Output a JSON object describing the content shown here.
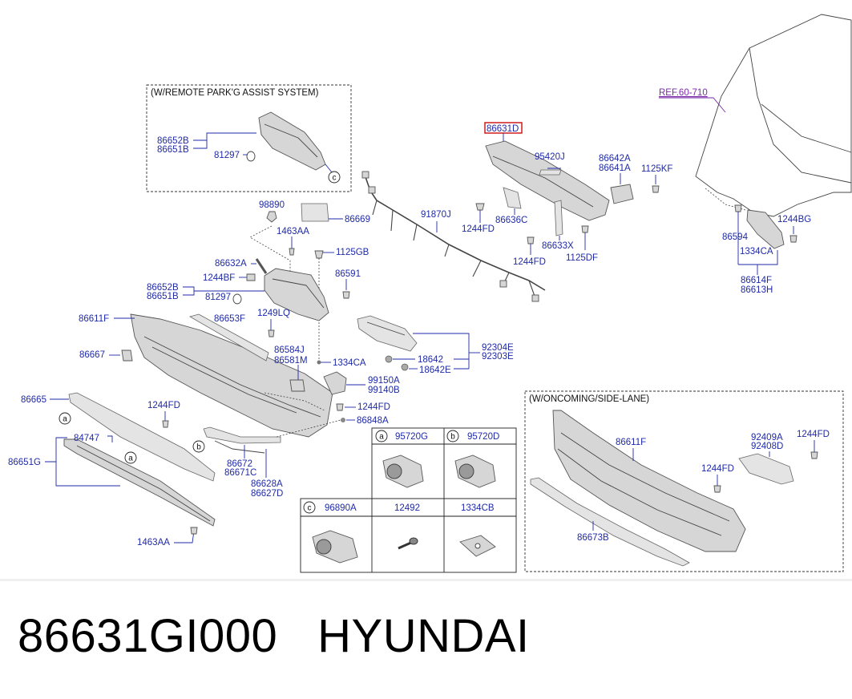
{
  "footer": {
    "part_number": "86631GI000",
    "brand": "HYUNDAI"
  },
  "boxes": {
    "remote_park": "(W/REMOTE PARK'G ASSIST SYSTEM)",
    "oncoming": "(W/ONCOMING/SIDE-LANE)"
  },
  "ref": "REF.60-710",
  "highlight": "86631D",
  "labels": {
    "l86652B_a": "86652B",
    "l86651B_a": "86651B",
    "l81297_a": "81297",
    "l98890": "98890",
    "l86669": "86669",
    "l1463AA_a": "1463AA",
    "l1125GB": "1125GB",
    "l86632A": "86632A",
    "l1244BF": "1244BF",
    "l86591": "86591",
    "l86652B_b": "86652B",
    "l86651B_b": "86651B",
    "l81297_b": "81297",
    "l86611F_a": "86611F",
    "l86653F": "86653F",
    "l1249LQ": "1249LQ",
    "l86667": "86667",
    "l86584J": "86584J",
    "l86581M": "86581M",
    "l1334CA_a": "1334CA",
    "l86665": "86665",
    "l1244FD_a": "1244FD",
    "l84747": "84747",
    "l86651G": "86651G",
    "l86672": "86672",
    "l86671C": "86671C",
    "l86628A": "86628A",
    "l86627D": "86627D",
    "l1463AA_b": "1463AA",
    "l99150A": "99150A",
    "l99140B": "99140B",
    "l1244FD_b": "1244FD",
    "l86848A": "86848A",
    "l92304E": "92304E",
    "l92303E": "92303E",
    "l18642": "18642",
    "l18642E": "18642E",
    "l95420J": "95420J",
    "l86642A": "86642A",
    "l86641A": "86641A",
    "l1125KF": "1125KF",
    "l91870J": "91870J",
    "l1244FD_c": "1244FD",
    "l86636C": "86636C",
    "l86633X": "86633X",
    "l1244FD_d": "1244FD",
    "l1125DF": "1125DF",
    "l1244BG": "1244BG",
    "l86594": "86594",
    "l1334CA_b": "1334CA",
    "l86614F": "86614F",
    "l86613H": "86613H",
    "l86611F_b": "86611F",
    "l92409A": "92409A",
    "l92408D": "92408D",
    "l1244FD_e": "1244FD",
    "l1244FD_f": "1244FD",
    "l86673B": "86673B"
  },
  "table": {
    "r1": {
      "a_tag": "a",
      "a_part": "95720G",
      "b_tag": "b",
      "b_part": "95720D"
    },
    "r2": {
      "c_tag": "c",
      "c_part": "96890A",
      "p2": "12492",
      "p3": "1334CB"
    }
  },
  "callouts": {
    "a": "a",
    "b": "b",
    "c": "c"
  }
}
